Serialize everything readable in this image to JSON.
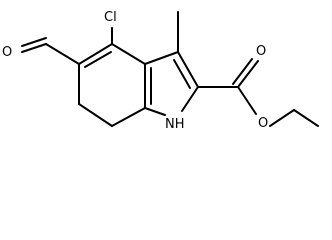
{
  "atom_labels": {
    "chlorine": "Cl",
    "aldehyde_oxygen": "O",
    "nh": "NH",
    "ether_oxygen": "O",
    "carbonyl_oxygen": "O"
  },
  "colors": {
    "bond": "#000000",
    "text": "#000000",
    "background": "#ffffff"
  }
}
